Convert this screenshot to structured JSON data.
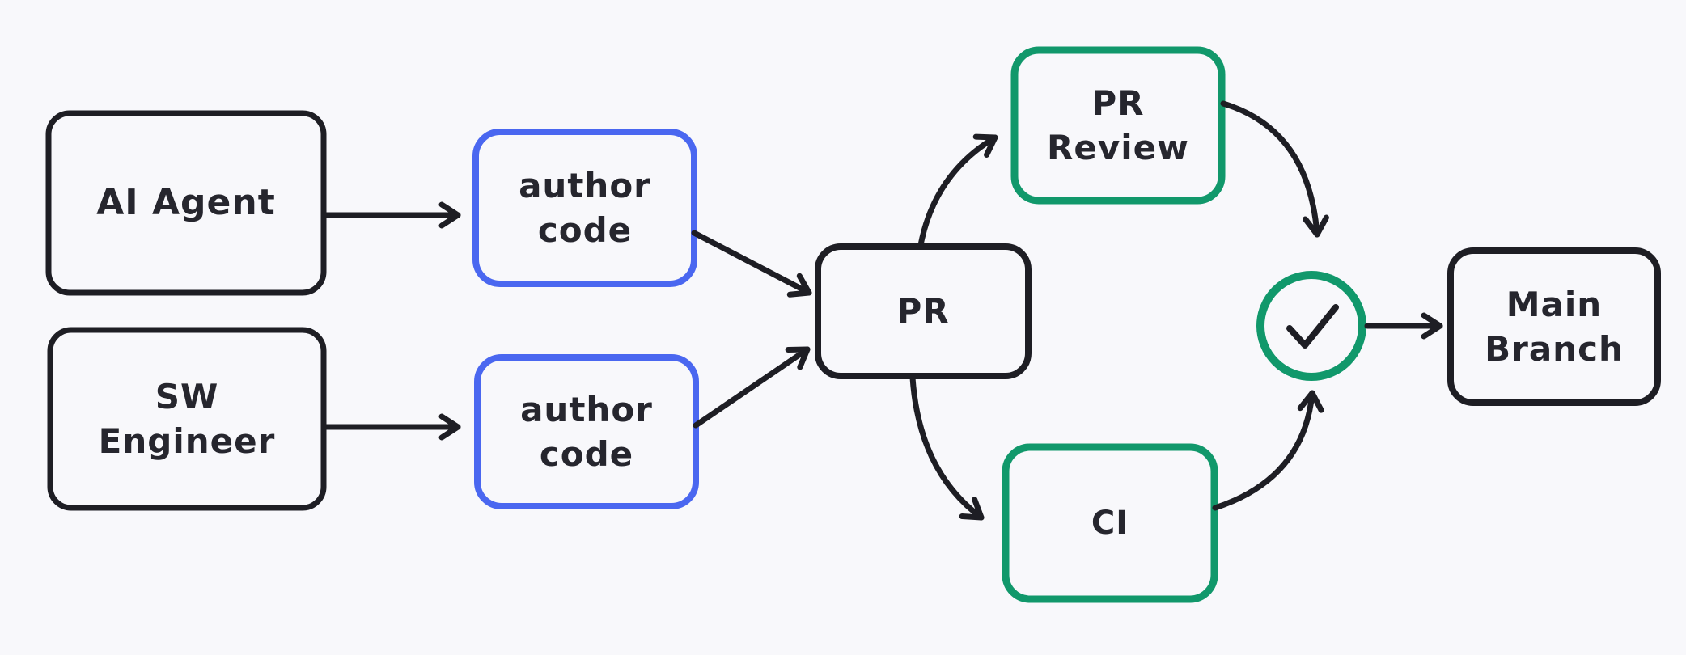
{
  "title": "PR workflow diagram",
  "canvas": {
    "background": "#f8f8fb"
  },
  "colors": {
    "stroke_black": "#1e1e24",
    "stroke_blue": "#4a67f0",
    "stroke_green": "#11986b",
    "text": "#26262e"
  },
  "nodes": {
    "ai_agent": {
      "label": "AI Agent"
    },
    "sw_engineer": {
      "label": "SW\nEngineer"
    },
    "author_code_top": {
      "label": "author\ncode"
    },
    "author_code_bottom": {
      "label": "author\ncode"
    },
    "pr": {
      "label": "PR"
    },
    "pr_review": {
      "label": "PR\nReview"
    },
    "ci": {
      "label": "CI"
    },
    "check": {
      "icon": "checkmark-icon"
    },
    "main_branch": {
      "label": "Main\nBranch"
    }
  },
  "edges": [
    {
      "from": "AI Agent",
      "to": "author code (top)"
    },
    {
      "from": "SW Engineer",
      "to": "author code (bottom)"
    },
    {
      "from": "author code (top)",
      "to": "PR"
    },
    {
      "from": "author code (bottom)",
      "to": "PR"
    },
    {
      "from": "PR",
      "to": "PR Review"
    },
    {
      "from": "PR",
      "to": "CI"
    },
    {
      "from": "PR Review",
      "to": "check"
    },
    {
      "from": "CI",
      "to": "check"
    },
    {
      "from": "check",
      "to": "Main Branch"
    }
  ]
}
